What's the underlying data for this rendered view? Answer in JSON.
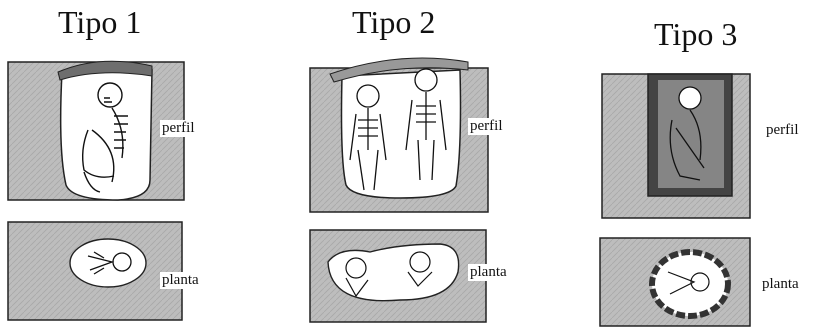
{
  "types": [
    {
      "title": "Tipo 1",
      "profile_label": "perfil",
      "plan_label": "planta"
    },
    {
      "title": "Tipo 2",
      "profile_label": "perfil",
      "plan_label": "planta"
    },
    {
      "title": "Tipo 3",
      "profile_label": "perfil",
      "plan_label": "planta"
    }
  ],
  "colors": {
    "soil": "#b9b9b9",
    "pit": "#ffffff",
    "lid": "#6e6e6e",
    "stone": "#3a3a3a",
    "ink": "#1a1a1a"
  }
}
